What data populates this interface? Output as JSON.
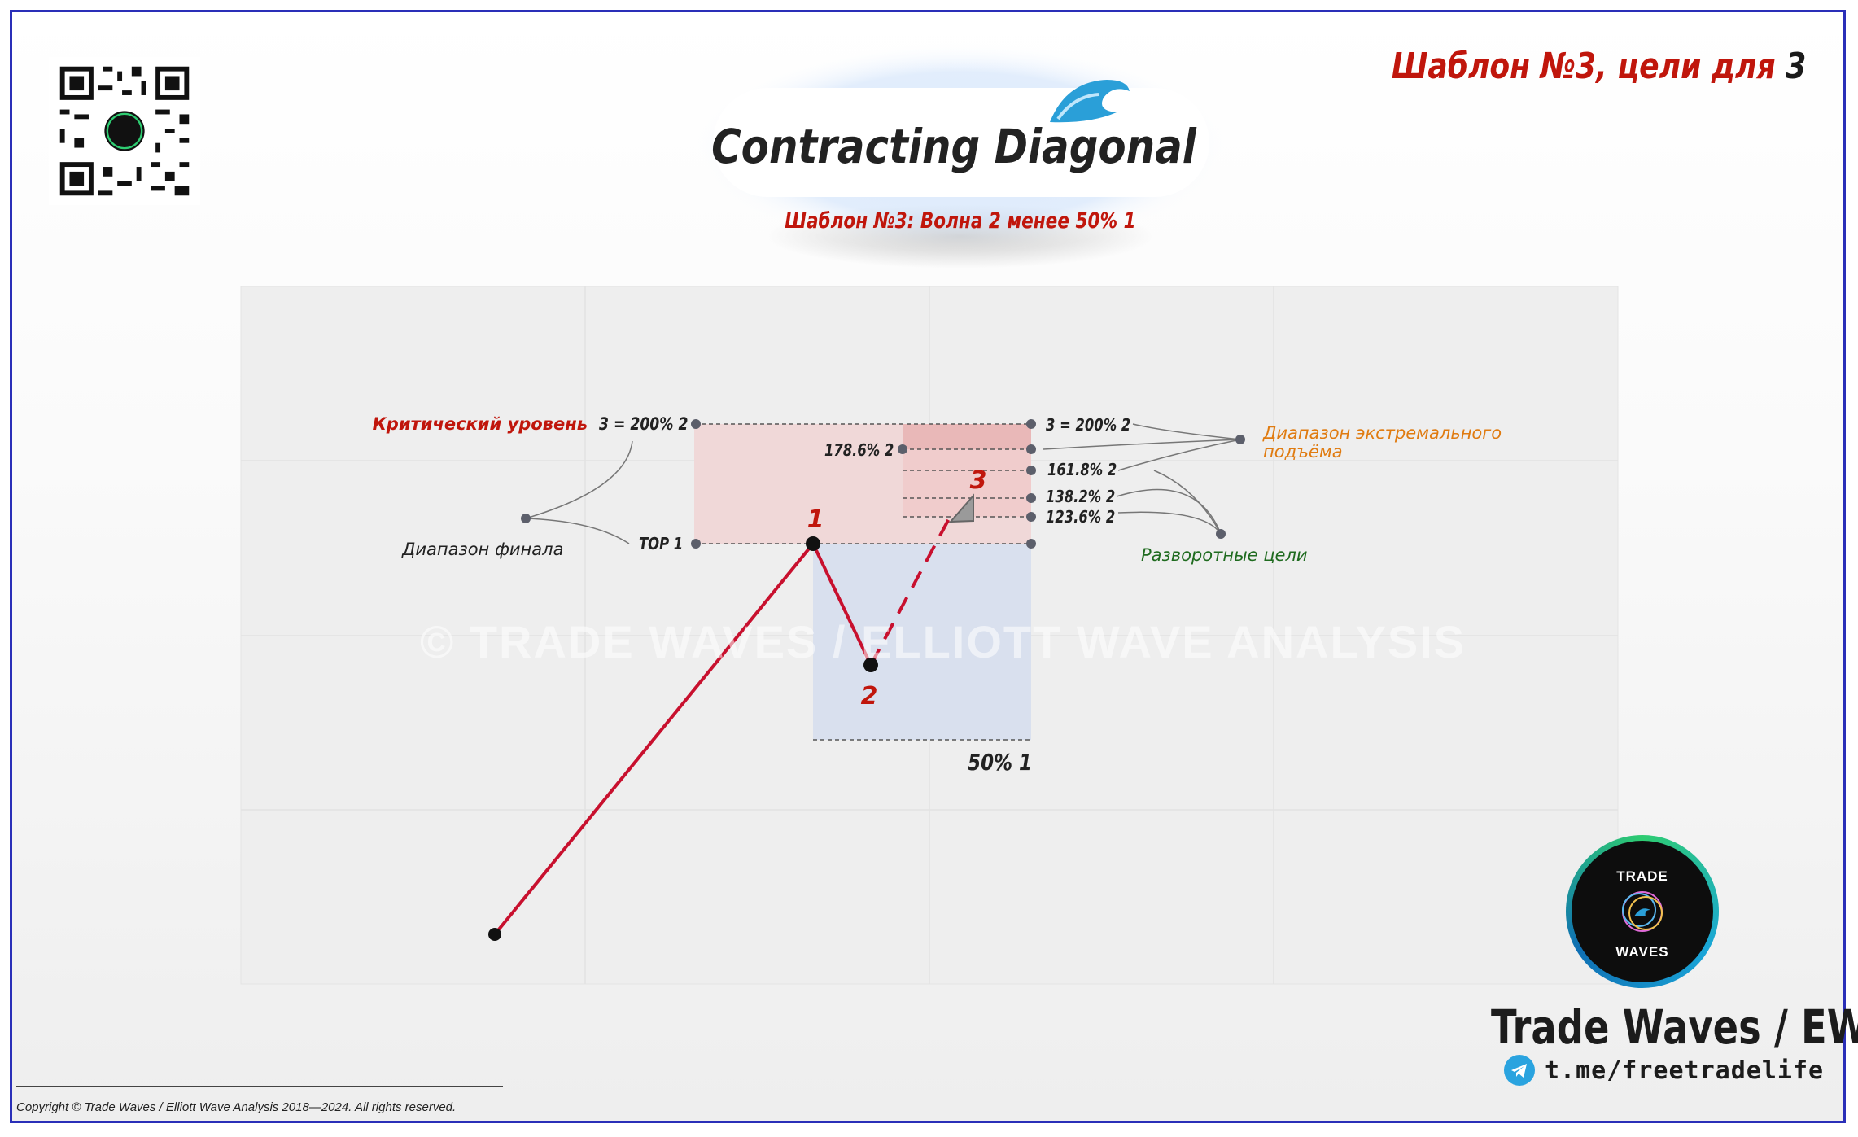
{
  "header": {
    "title_part1": "Шаблон №3",
    "title_part2": ", цели для ",
    "title_part3": "3"
  },
  "center_title": {
    "title": "Contracting Diagonal",
    "subtitle": "Шаблон №3: Волна 2 менее 50% 1"
  },
  "labels": {
    "critical_level": "Критический уровень",
    "level_3_200_left": "3 = 200% 2",
    "top1": "TOP 1",
    "final_range": "Диапазон финала",
    "level_1786": "178.6% 2",
    "level_3_200_right": "3 = 200% 2",
    "level_1618": "161.8% 2",
    "level_1382": "138.2% 2",
    "level_1236": "123.6% 2",
    "extreme_range_line1": "Диапазон экстремального",
    "extreme_range_line2": "подъёма",
    "reversal_targets": "Разворотные цели",
    "level_50": "50% 1",
    "wave1": "1",
    "wave2": "2",
    "wave3": "3",
    "watermark": "© TRADE WAVES / ELLIOTT WAVE ANALYSIS"
  },
  "logo": {
    "line1": "TRADE",
    "line2": "WAVES"
  },
  "brand": {
    "name": "Trade Waves / EWA",
    "telegram": "t.me/freetradelife"
  },
  "footer": {
    "copyright": "Copyright © Trade Waves / Elliott Wave Analysis 2018—2024. All rights reserved."
  },
  "colors": {
    "red": "#c0160c",
    "wave_line": "#c8102e",
    "orange": "#e07b10",
    "green": "#1f6b1f",
    "frame": "#2a2fb8"
  }
}
